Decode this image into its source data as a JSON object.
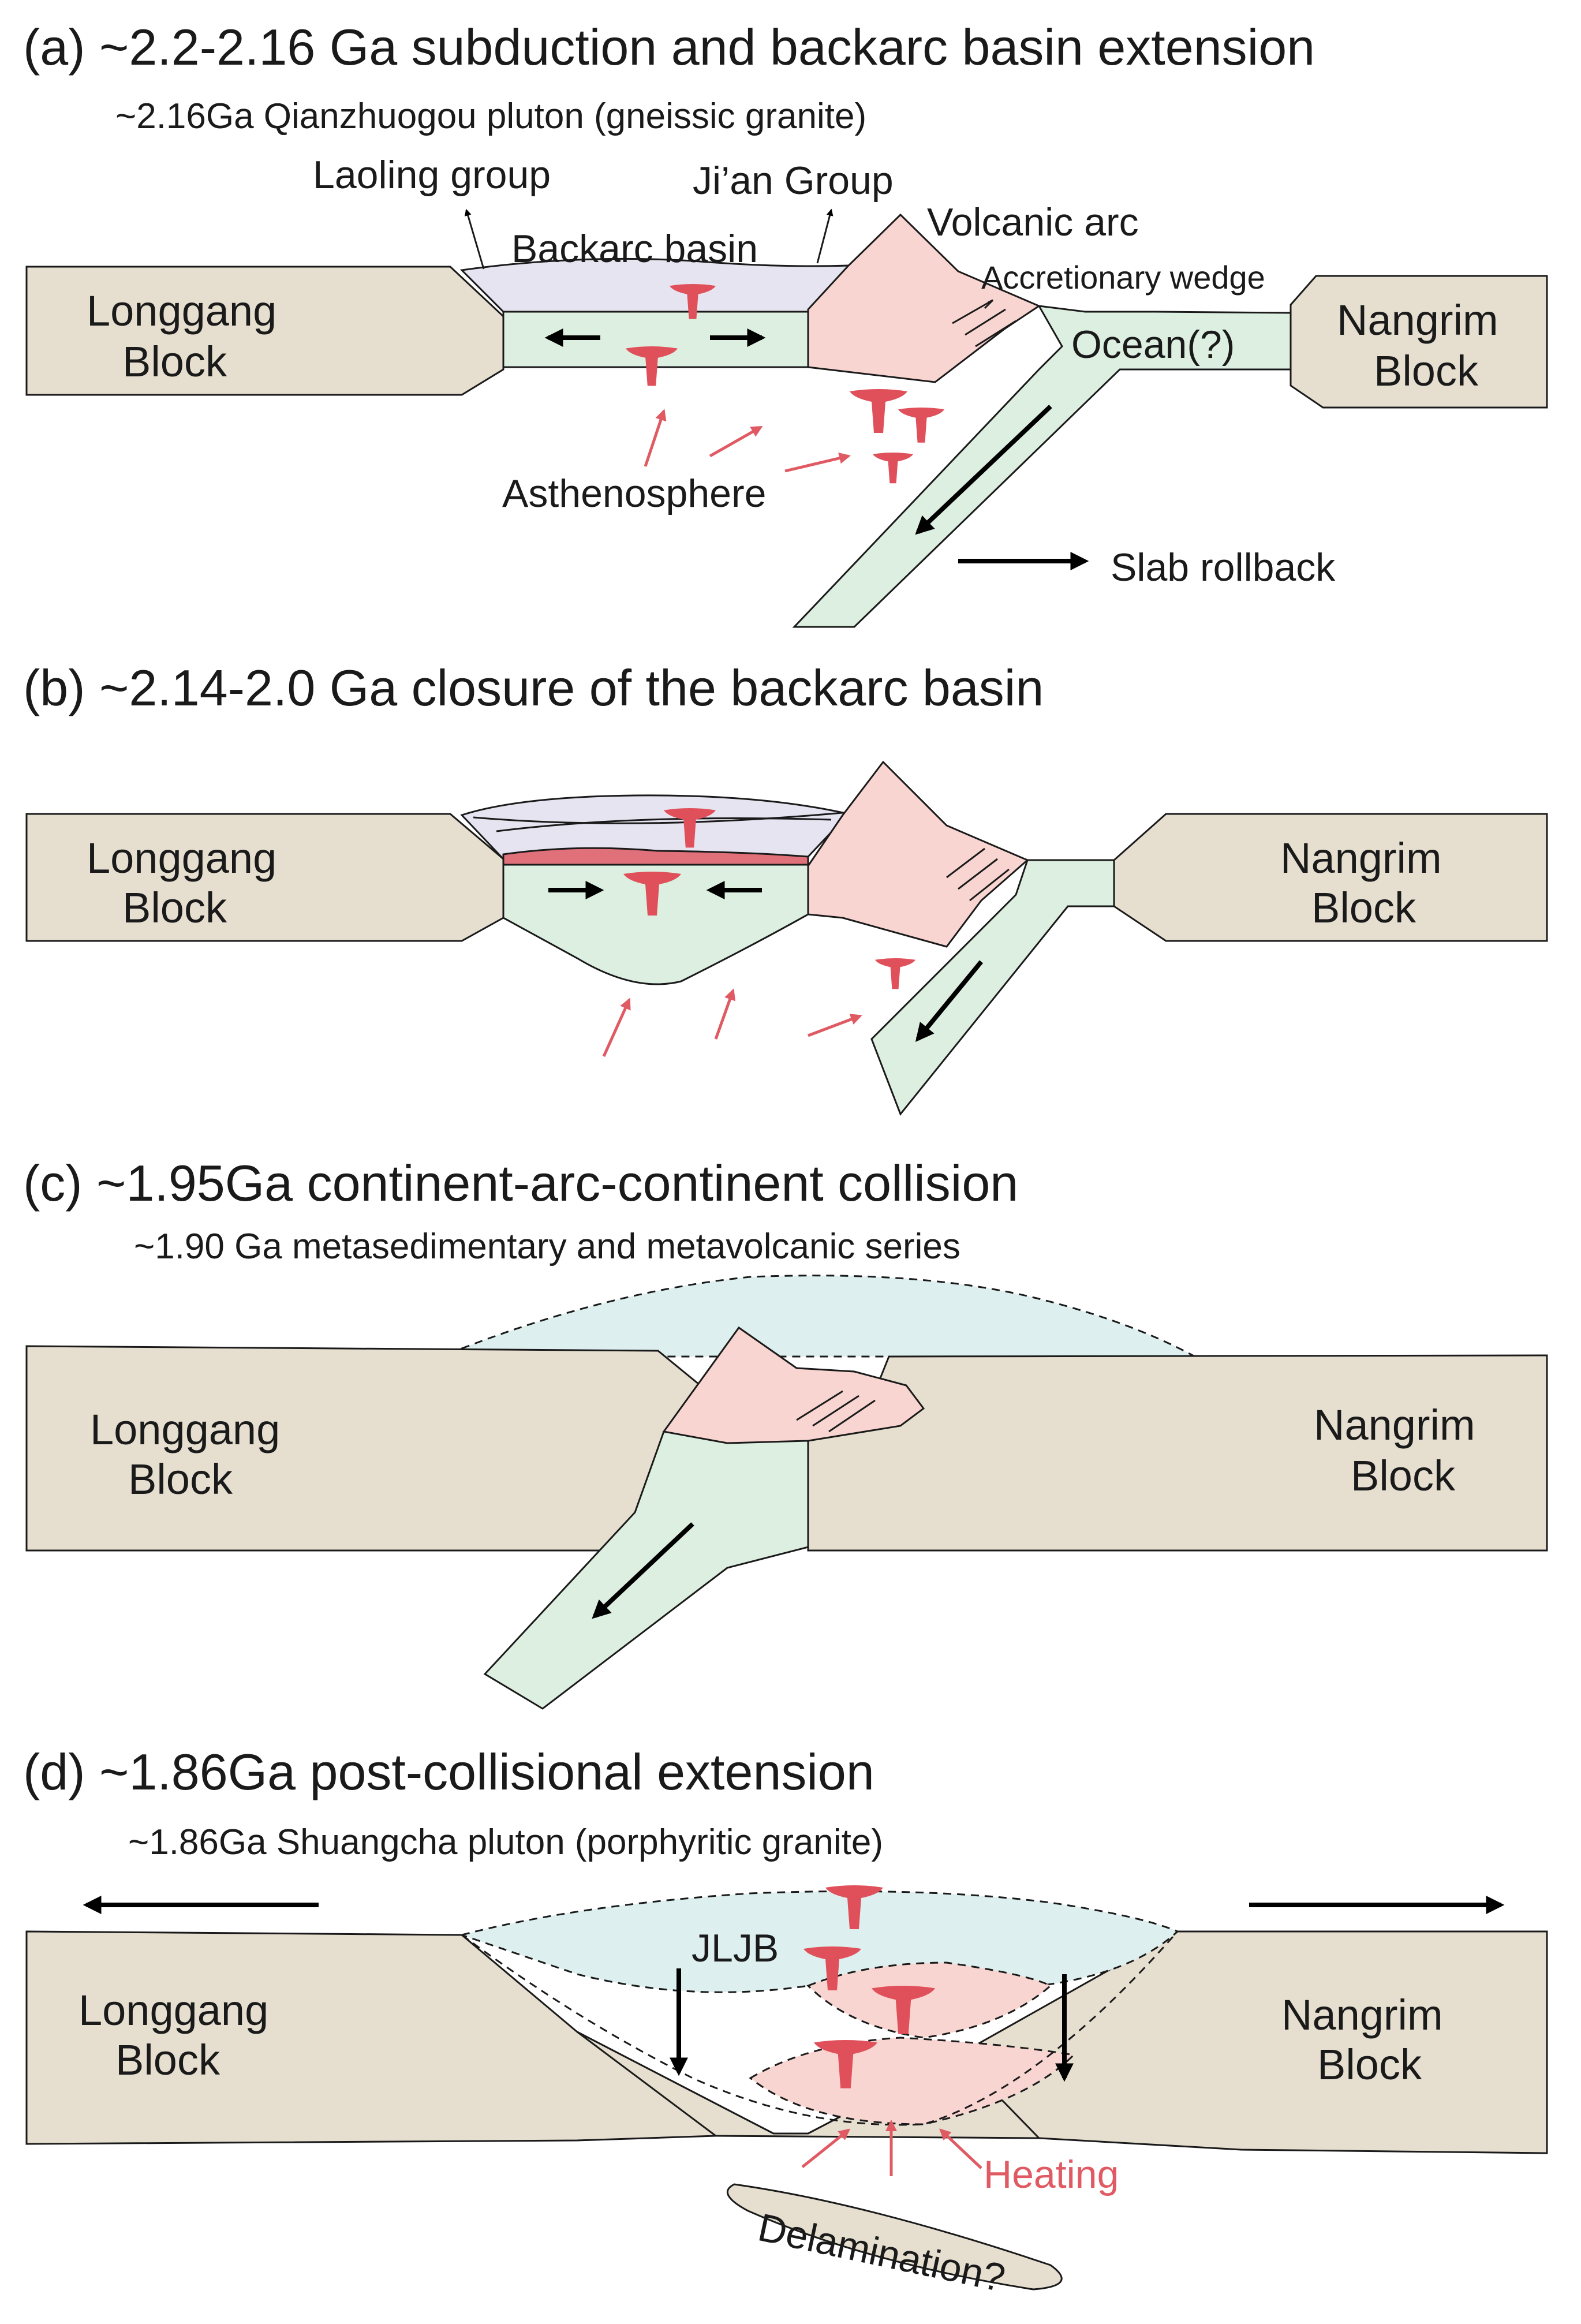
{
  "panel_a": {
    "title": "(a)  ~2.2-2.16 Ga subduction and backarc basin extension",
    "subtitle": "~2.16Ga Qianzhuogou pluton (gneissic granite)",
    "laoling": "Laoling group",
    "jian": "Ji’an Group",
    "backarc": "Backarc basin",
    "volcanic_arc": "Volcanic arc",
    "accretionary": "Accretionary wedge",
    "ocean": "Ocean(?)",
    "left_block_1": "Longgang",
    "left_block_2": "Block",
    "right_block_1": "Nangrim",
    "right_block_2": "Block",
    "asthenosphere": "Asthenosphere",
    "rollback": "Slab rollback"
  },
  "panel_b": {
    "title": "(b)  ~2.14-2.0 Ga closure of the backarc basin",
    "left_block_1": "Longgang",
    "left_block_2": "Block",
    "right_block_1": "Nangrim",
    "right_block_2": "Block"
  },
  "panel_c": {
    "title": "(c)  ~1.95Ga continent-arc-continent collision",
    "subtitle": "~1.90 Ga metasedimentary and metavolcanic series",
    "left_block_1": "Longgang",
    "left_block_2": "Block",
    "right_block_1": "Nangrim",
    "right_block_2": "Block"
  },
  "panel_d": {
    "title": "(d)  ~1.86Ga post-collisional extension",
    "subtitle": "~1.86Ga Shuangcha pluton (porphyritic granite)",
    "jljb": "JLJB",
    "heating": "Heating",
    "delamination": "Delamination?",
    "left_block_1": "Longgang",
    "left_block_2": "Block",
    "right_block_1": "Nangrim",
    "right_block_2": "Block"
  },
  "colors": {
    "block": "#e6dfd0",
    "oceanic_crust": "#dcefe0",
    "arc": "#f8d5d1",
    "sediment": "#e6e4f0",
    "cover": "#ddefee",
    "magma": "#e0505a"
  }
}
